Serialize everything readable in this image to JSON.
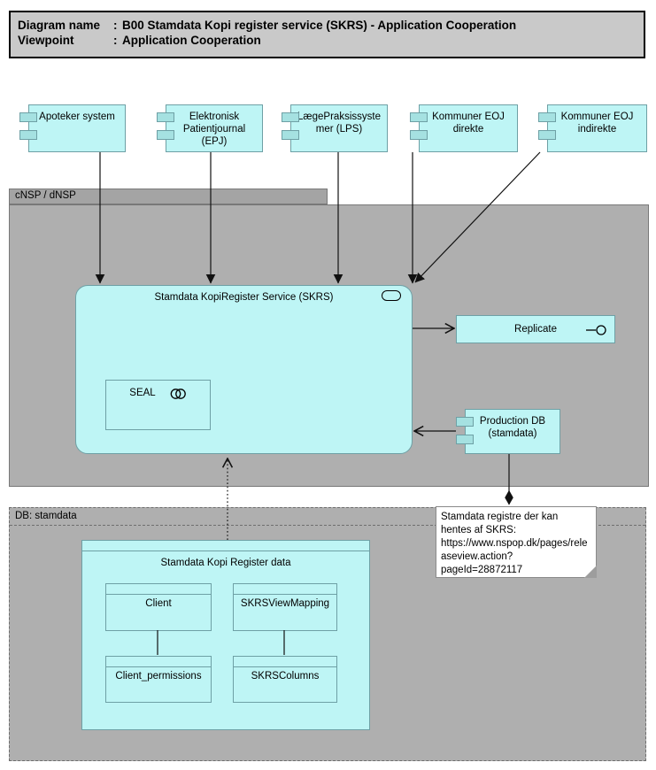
{
  "title_block": {
    "rows": [
      {
        "label": "Diagram name",
        "sep": ":",
        "value": "B00 Stamdata Kopi register service (SKRS) - Application Cooperation"
      },
      {
        "label": "Viewpoint",
        "sep": ":",
        "value": "Application Cooperation"
      }
    ]
  },
  "groups": {
    "cnsp": {
      "label": "cNSP / dNSP"
    },
    "db": {
      "label": "DB: stamdata"
    }
  },
  "components": {
    "apoteker": {
      "label": "Apoteker system"
    },
    "epj": {
      "label": "Elektronisk Patientjournal (EPJ)"
    },
    "lps": {
      "label": "LægePraksissystemer (LPS)"
    },
    "kommuner_direkte": {
      "label": "Kommuner EOJ direkte"
    },
    "kommuner_indirekte": {
      "label": "Kommuner EOJ indirekte"
    },
    "production_db": {
      "label": "Production DB (stamdata)"
    }
  },
  "skrs": {
    "title": "Stamdata KopiRegister Service (SKRS)",
    "seal": {
      "label": "SEAL"
    }
  },
  "services": {
    "replicate": {
      "label": "Replicate"
    }
  },
  "note": {
    "text": "Stamdata registre der kan hentes af SKRS: https://www.nspop.dk/pages/releaseview.action?pageId=28872117"
  },
  "register_data": {
    "title": "Stamdata Kopi Register data",
    "entities": {
      "client": "Client",
      "view_mapping": "SKRSViewMapping",
      "client_permissions": "Client_permissions",
      "skrs_columns": "SKRSColumns"
    }
  },
  "colors": {
    "element_fill": "#BEF5F5",
    "element_tab_fill": "#A5E1E1",
    "element_border": "#6EA0A5",
    "group_fill": "#AFAFAF",
    "group_border": "#787878",
    "title_fill": "#C9C9C9",
    "note_fill": "#FFFFFF"
  }
}
